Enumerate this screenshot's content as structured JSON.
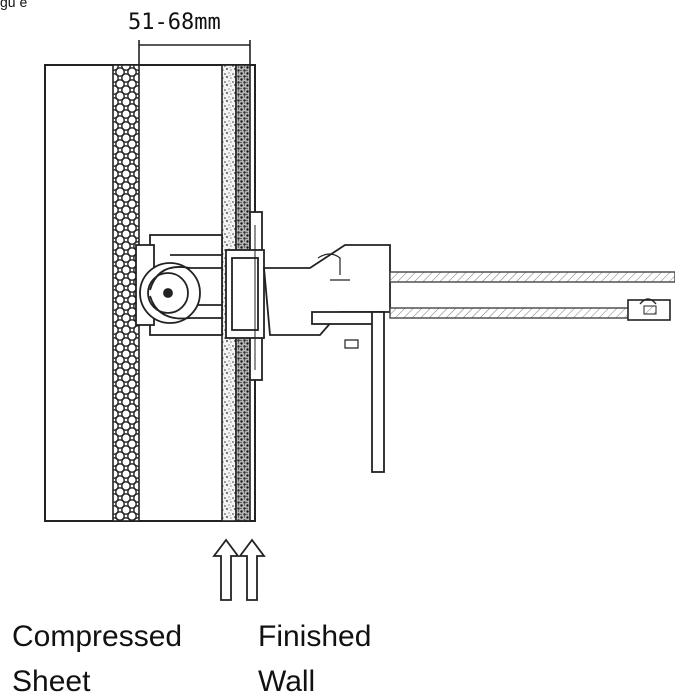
{
  "corner_fragment": "gu e",
  "dimension": {
    "label": "51-68mm"
  },
  "captions": {
    "left_line1": "Compressed",
    "left_line2": "Sheet",
    "right_line1": "Finished",
    "right_line2": "Wall"
  }
}
